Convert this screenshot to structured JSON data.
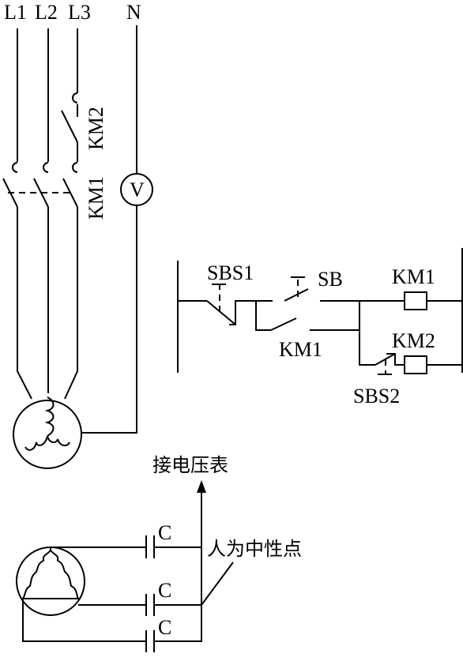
{
  "power": {
    "phase1": "L1",
    "phase2": "L2",
    "phase3": "L3",
    "neutral": "N"
  },
  "contactors": {
    "km1": "KM1",
    "km2": "KM2"
  },
  "voltmeter": "V",
  "control": {
    "stop1": "SBS1",
    "start": "SB",
    "coil1": "KM1",
    "hold": "KM1",
    "coil2": "KM2",
    "stop2": "SBS2"
  },
  "neutral_circuit": {
    "to_voltmeter": "接电压表",
    "artificial_neutral": "人为中性点",
    "capacitor": "C"
  }
}
